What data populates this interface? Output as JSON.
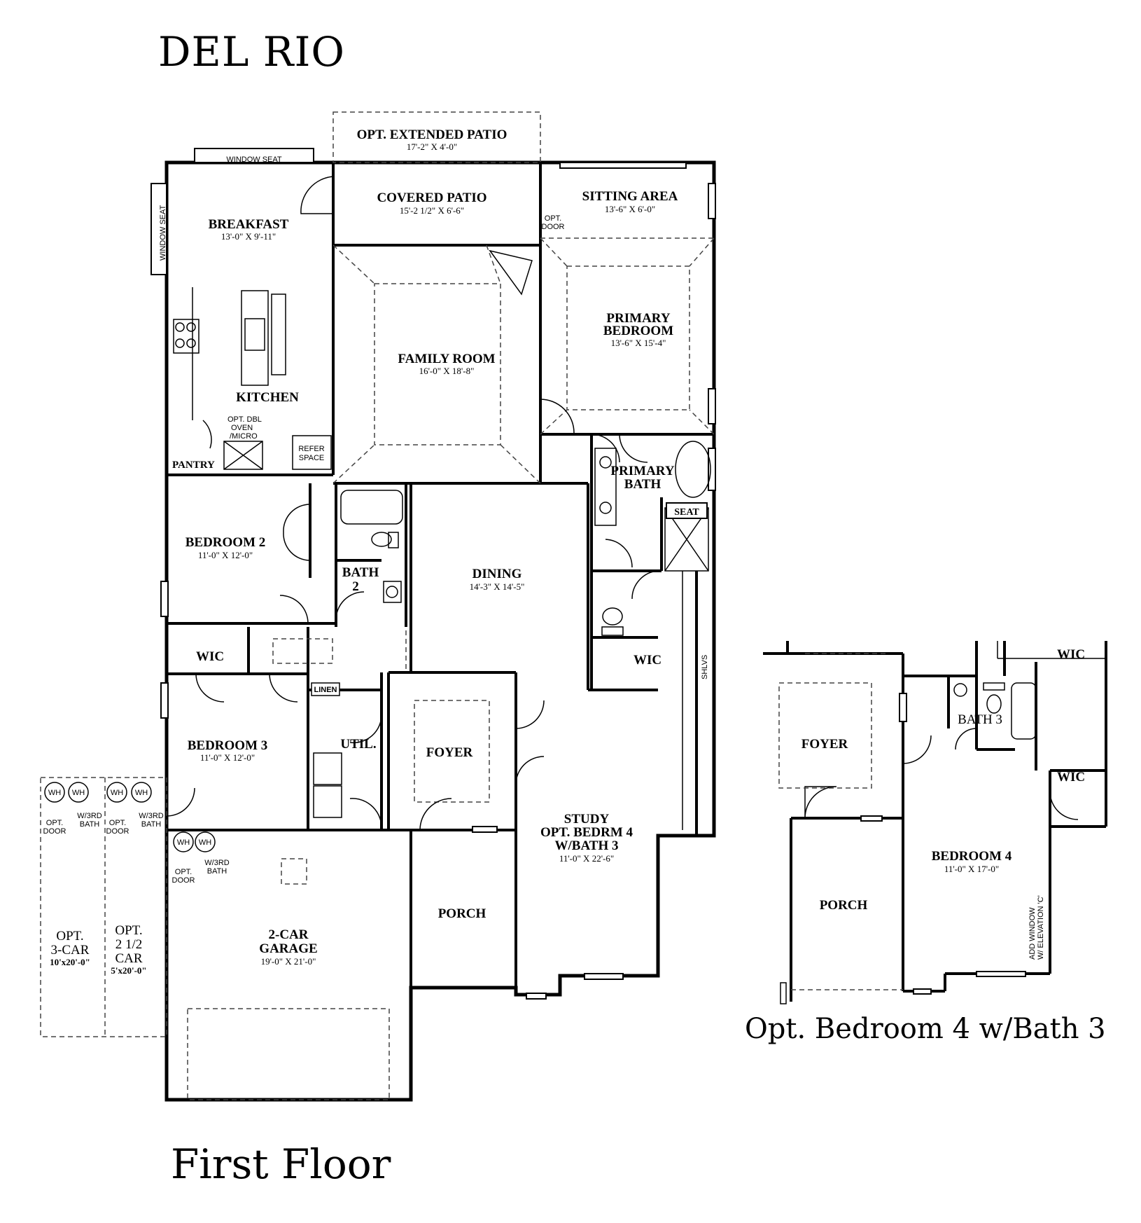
{
  "plan_name": "DEL RIO",
  "floor_caption": "First Floor",
  "option_caption": "Opt. Bedroom 4 w/Bath 3",
  "rooms": {
    "opt_patio": {
      "name": "OPT. EXTENDED PATIO",
      "dim": "17'-2\" X 4'-0\""
    },
    "covered_patio": {
      "name": "COVERED PATIO",
      "dim": "15'-2 1/2\" X 6'-6\""
    },
    "sitting": {
      "name": "SITTING AREA",
      "dim": "13'-6\" X 6'-0\""
    },
    "breakfast": {
      "name": "BREAKFAST",
      "dim": "13'-0\" X 9'-11\""
    },
    "family": {
      "name": "FAMILY ROOM",
      "dim": "16'-0\" X 18'-8\""
    },
    "primary_bed": {
      "name1": "PRIMARY",
      "name2": "BEDROOM",
      "dim": "13'-6\" X 15'-4\""
    },
    "kitchen": {
      "name": "KITCHEN"
    },
    "primary_bath": {
      "name1": "PRIMARY",
      "name2": "BATH"
    },
    "bed2": {
      "name": "BEDROOM 2",
      "dim": "11'-0\" X 12'-0\""
    },
    "bath2": {
      "name1": "BATH",
      "name2": "2"
    },
    "dining": {
      "name": "DINING",
      "dim": "14'-3\" X 14'-5\""
    },
    "wic1": {
      "name": "WIC"
    },
    "wic2": {
      "name": "WIC"
    },
    "bed3": {
      "name": "BEDROOM 3",
      "dim": "11'-0\" X 12'-0\""
    },
    "util": {
      "name": "UTIL."
    },
    "foyer": {
      "name": "FOYER"
    },
    "study": {
      "name1": "STUDY",
      "name2": "OPT. BEDRM 4",
      "name3": "W/BATH 3",
      "dim": "11'-0\" X 22'-6\""
    },
    "porch": {
      "name": "PORCH"
    },
    "garage": {
      "name1": "2-CAR",
      "name2": "GARAGE",
      "dim": "19'-0\" X 21'-0\""
    },
    "opt3car": {
      "name1": "OPT.",
      "name2": "3-CAR",
      "dim": "10'x20'-0\""
    },
    "opt25car": {
      "name1": "OPT.",
      "name2": "2 1/2",
      "name3": "CAR",
      "dim": "5'x20'-0\""
    }
  },
  "labels": {
    "window_seat_top": "WINDOW SEAT",
    "window_seat_side": "WINDOW SEAT",
    "opt_door_sitting_1": "OPT.",
    "opt_door_sitting_2": "DOOR",
    "opt_dbl_oven_1": "OPT. DBL",
    "opt_dbl_oven_2": "OVEN",
    "opt_dbl_oven_3": "/MICRO",
    "pantry": "PANTRY",
    "refer_1": "REFER",
    "refer_2": "SPACE",
    "seat": "SEAT",
    "linen": "LINEN",
    "shlvs": "SHLVS",
    "wh": "WH",
    "opt_door": "OPT.",
    "opt_door_2": "DOOR",
    "w3rd": "W/3RD",
    "bath": "BATH"
  },
  "inset": {
    "foyer": "FOYER",
    "porch": "PORCH",
    "bath3": "BATH 3",
    "wic_top": "WIC",
    "wic_small": "WIC",
    "bed4_name": "BEDROOM 4",
    "bed4_dim": "11'-0\" X 17'-0\"",
    "add_window_1": "ADD WINDOW",
    "add_window_2": "W/ ELEVATION 'C'"
  }
}
